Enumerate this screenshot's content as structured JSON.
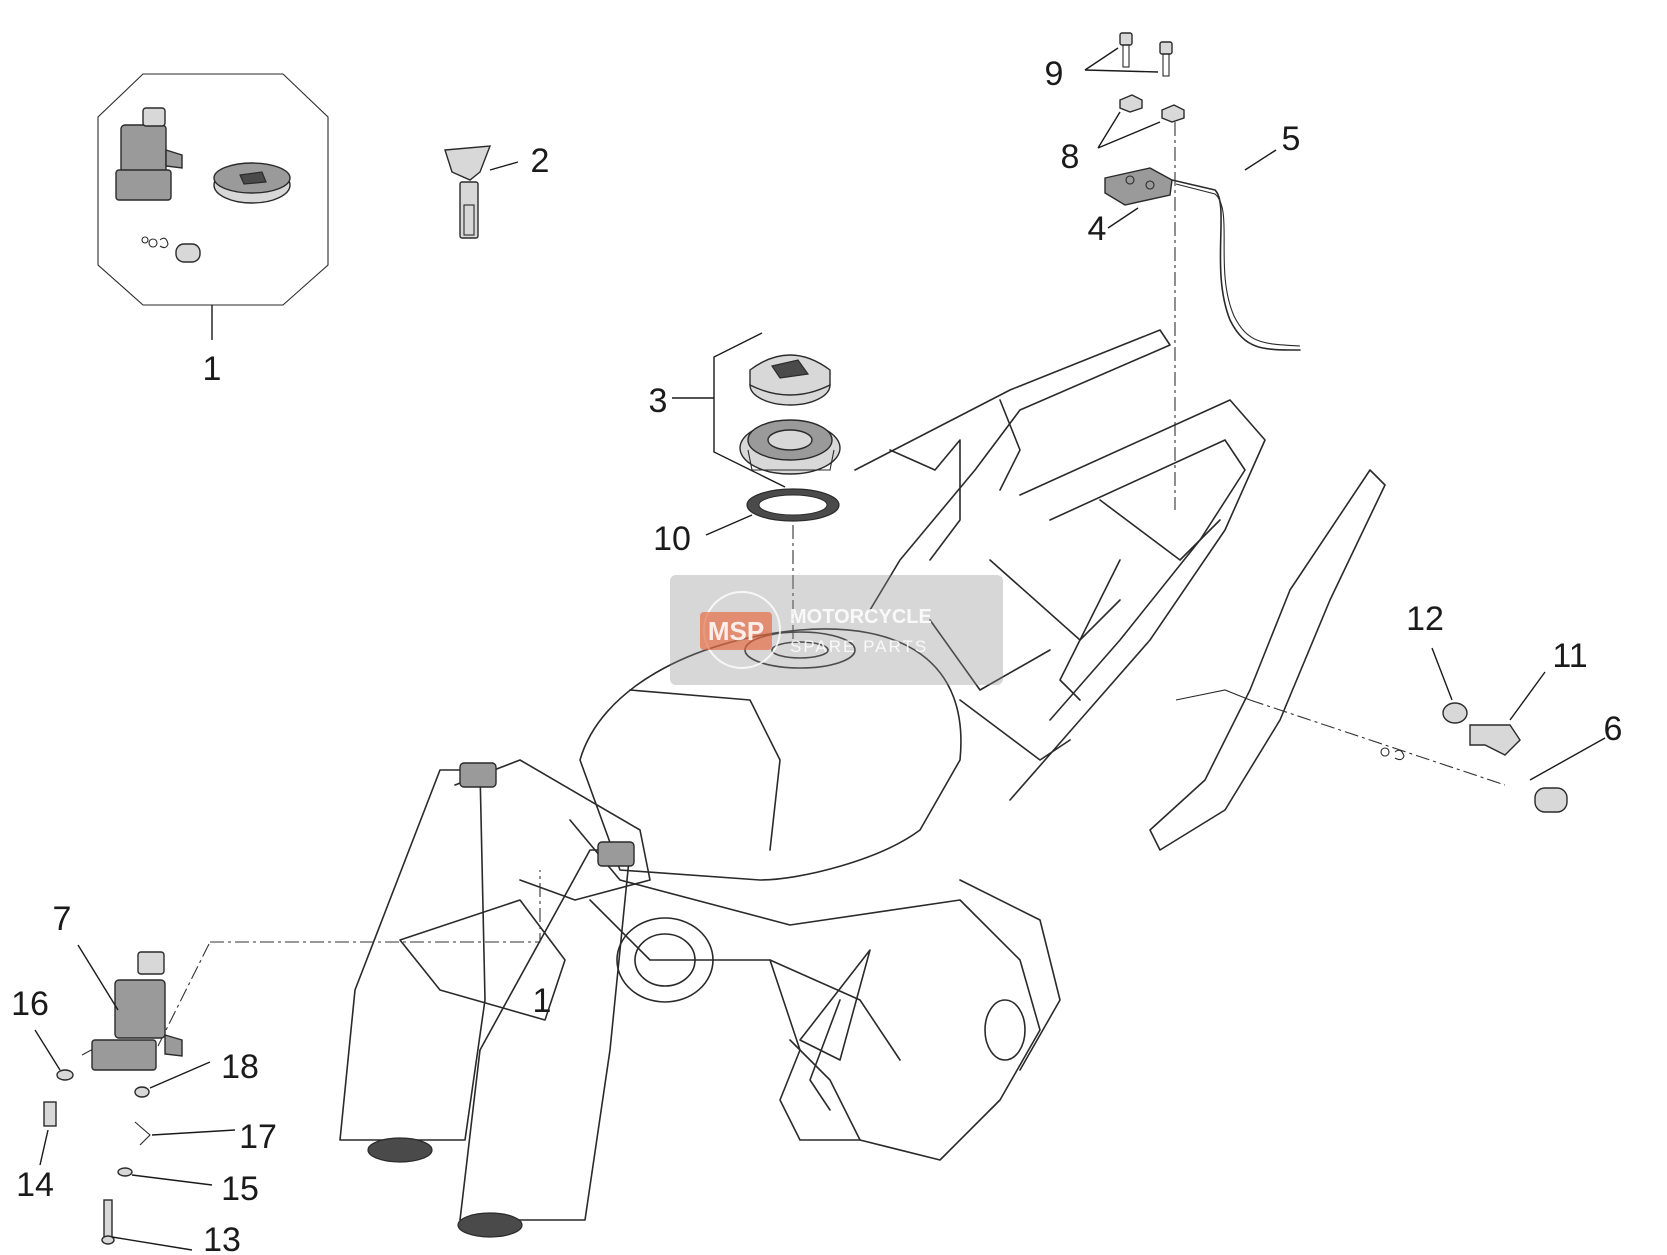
{
  "callouts": [
    {
      "id": "1",
      "label": "1"
    },
    {
      "id": "1b",
      "label": "1"
    },
    {
      "id": "2",
      "label": "2"
    },
    {
      "id": "3",
      "label": "3"
    },
    {
      "id": "4",
      "label": "4"
    },
    {
      "id": "5",
      "label": "5"
    },
    {
      "id": "6",
      "label": "6"
    },
    {
      "id": "7",
      "label": "7"
    },
    {
      "id": "8",
      "label": "8"
    },
    {
      "id": "9",
      "label": "9"
    },
    {
      "id": "10",
      "label": "10"
    },
    {
      "id": "11",
      "label": "11"
    },
    {
      "id": "12",
      "label": "12"
    },
    {
      "id": "13",
      "label": "13"
    },
    {
      "id": "14",
      "label": "14"
    },
    {
      "id": "15",
      "label": "15"
    },
    {
      "id": "16",
      "label": "16"
    },
    {
      "id": "17",
      "label": "17"
    },
    {
      "id": "18",
      "label": "18"
    }
  ],
  "watermark": {
    "badge": "MSP",
    "line1": "MOTORCYCLE",
    "line2": "SPARE PARTS",
    "accent_color": "#e8663c"
  },
  "colors": {
    "line": "#2a2a2a",
    "background": "#ffffff"
  }
}
